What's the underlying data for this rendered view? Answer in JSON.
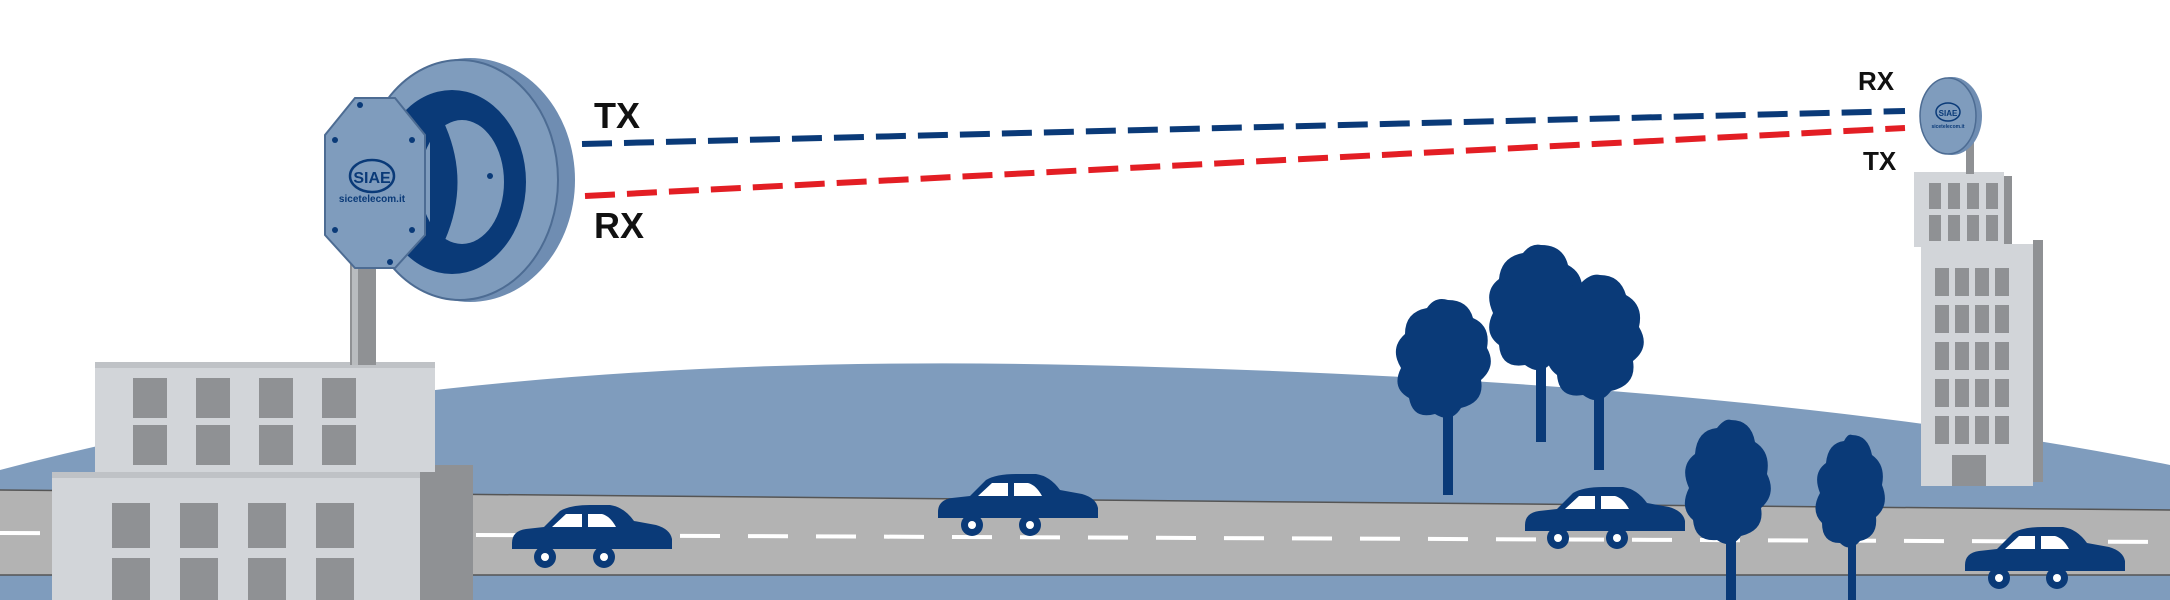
{
  "labels": {
    "left_tx": "TX",
    "left_rx": "RX",
    "right_rx": "RX",
    "right_tx": "TX"
  },
  "brand": {
    "name": "sicetelecom.it",
    "logo": "SIAE"
  },
  "colors": {
    "tx_link": "#0a3a78",
    "rx_link": "#e31e24",
    "hill": "#7f9cbd",
    "road": "#b3b3b3",
    "building_light": "#d2d5d9",
    "building_dark": "#8f9194",
    "tree": "#0a3a78",
    "car": "#0a3a78",
    "antenna": "#7f9cbd"
  }
}
